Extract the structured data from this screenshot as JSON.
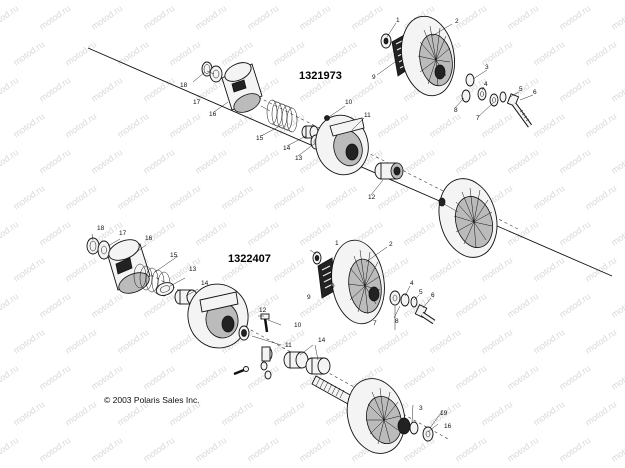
{
  "assembly_top": {
    "number": "1321973"
  },
  "assembly_bottom": {
    "number": "1322407"
  },
  "copyright": "© 2003 Polaris Sales Inc.",
  "watermark_text": "motod.ru",
  "callouts_top": [
    "1",
    "2",
    "3",
    "4",
    "5",
    "6",
    "7",
    "8",
    "9",
    "10",
    "11",
    "12",
    "13",
    "14",
    "15",
    "16",
    "17",
    "18"
  ],
  "callouts_bottom": [
    "1",
    "2",
    "3",
    "4",
    "5",
    "6",
    "7",
    "8",
    "9",
    "10",
    "11",
    "12",
    "13",
    "14",
    "15",
    "16",
    "17",
    "18",
    "19"
  ],
  "colors": {
    "line": "#111111",
    "watermark": "#d9d9d9",
    "background": "#ffffff"
  }
}
